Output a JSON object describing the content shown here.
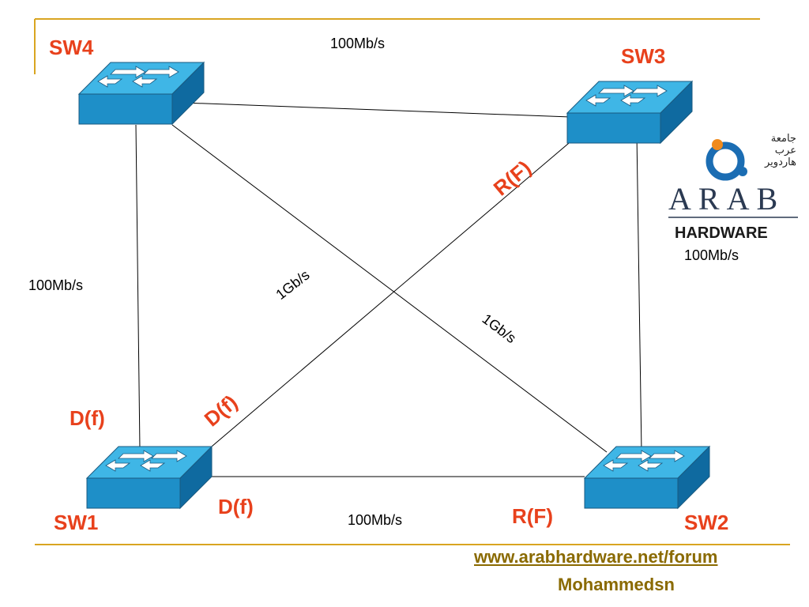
{
  "switches": [
    {
      "id": "sw4",
      "label": "SW4"
    },
    {
      "id": "sw3",
      "label": "SW3"
    },
    {
      "id": "sw1",
      "label": "SW1"
    },
    {
      "id": "sw2",
      "label": "SW2"
    }
  ],
  "links": {
    "sw4_sw3": "100Mb/s",
    "sw4_sw1": "100Mb/s",
    "sw3_sw2": "100Mb/s",
    "sw1_sw2": "100Mb/s",
    "sw1_sw3": "1Gb/s",
    "sw4_sw2": "1Gb/s"
  },
  "port_roles": {
    "sw1_left": "D(f)",
    "sw1_diag": "D(f)",
    "sw1_bottom": "D(f)",
    "sw3_diag": "R(F)",
    "sw2_bottom": "R(F)"
  },
  "logo": {
    "arabic_line1": "جامعة",
    "arabic_line2": "عرب",
    "arabic_line3": "هاردوير",
    "arab": "ARAB",
    "hardware": "HARDWARE"
  },
  "footer": {
    "url": "www.arabhardware.net/forum",
    "author": "Mohammedsn"
  },
  "colors": {
    "accent": "#e8411c",
    "switch_top": "#3fb6e6",
    "switch_side": "#1e8fc8",
    "rule": "#d9a521",
    "footer_text": "#8a6a00"
  }
}
